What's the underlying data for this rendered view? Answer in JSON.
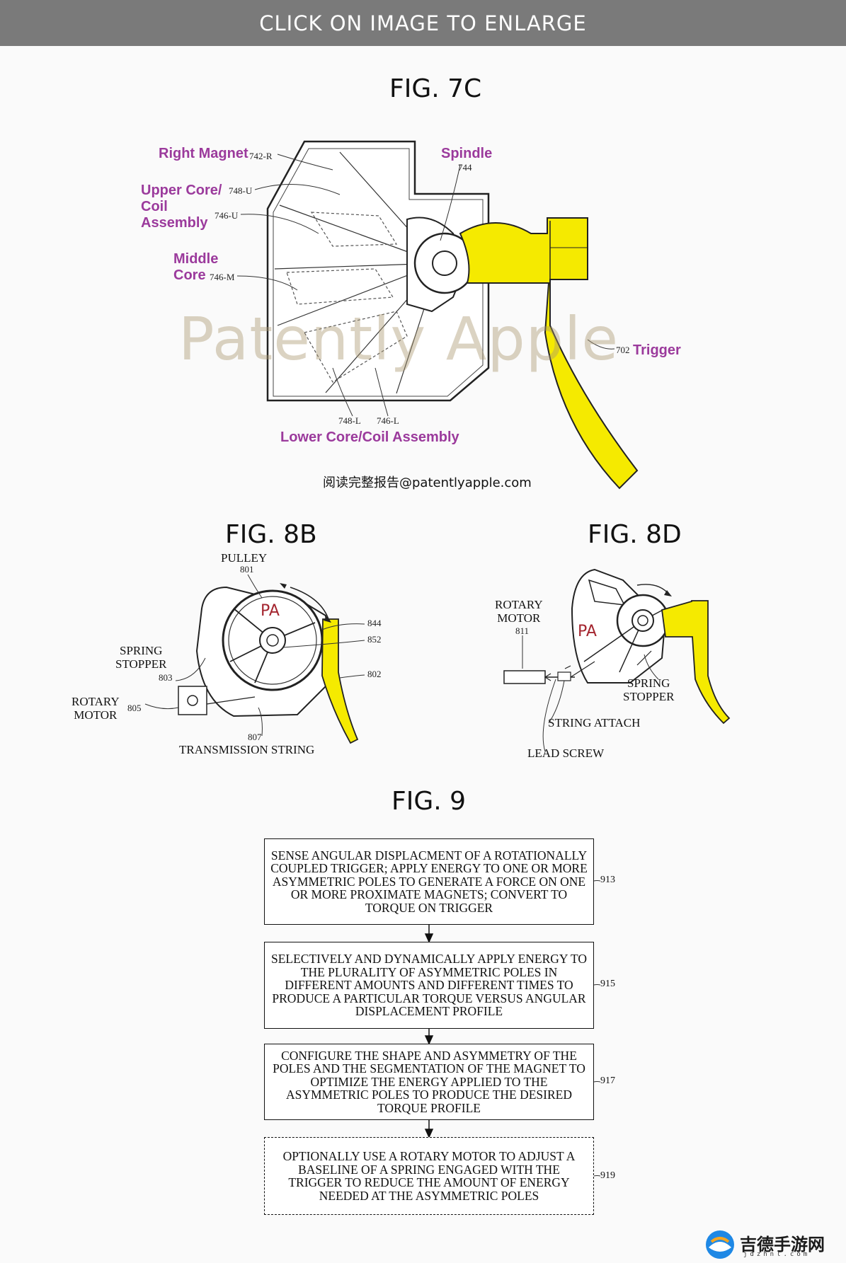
{
  "banner": {
    "text": "CLICK ON IMAGE TO ENLARGE"
  },
  "fig7c": {
    "title": "FIG. 7C",
    "callouts": {
      "right_magnet": "Right Magnet",
      "upper_core": "Upper Core/\nCoil\nAssembly",
      "middle_core": "Middle\nCore",
      "spindle": "Spindle",
      "trigger": "Trigger",
      "lower_core": "Lower Core/Coil Assembly"
    },
    "refs": {
      "r742": "742-R",
      "r748u": "748-U",
      "r746u": "746-U",
      "r746m": "746-M",
      "r744": "744",
      "r702": "702",
      "r748l": "748-L",
      "r746l": "746-L"
    },
    "watermark": "Patently Apple",
    "report_line": "阅读完整报告@patentlyapple.com"
  },
  "fig8b": {
    "title": "FIG. 8B",
    "labels": {
      "pulley": "PULLEY",
      "pulley_ref": "801",
      "pa": "PA",
      "spring_stopper": "SPRING\nSTOPPER",
      "spring_ref": "803",
      "rotary_motor": "ROTARY\nMOTOR",
      "motor_ref": "805",
      "transmission_ref": "807",
      "transmission": "TRANSMISSION STRING",
      "r844": "844",
      "r852": "852",
      "r802": "802"
    }
  },
  "fig8d": {
    "title": "FIG. 8D",
    "labels": {
      "rotary_motor": "ROTARY\nMOTOR",
      "motor_ref": "811",
      "pa": "PA",
      "spring_stopper": "SPRING\nSTOPPER",
      "string_attach": "STRING ATTACH",
      "lead_screw": "LEAD SCREW"
    }
  },
  "fig9": {
    "title": "FIG. 9",
    "steps": [
      {
        "text": "SENSE ANGULAR DISPLACMENT OF A ROTATIONALLY COUPLED TRIGGER; APPLY ENERGY TO ONE OR MORE ASYMMETRIC POLES TO GENERATE A FORCE ON ONE OR MORE PROXIMATE MAGNETS; CONVERT TO TORQUE ON TRIGGER",
        "ref": "913"
      },
      {
        "text": "SELECTIVELY AND DYNAMICALLY APPLY ENERGY TO THE PLURALITY OF ASYMMETRIC POLES IN DIFFERENT AMOUNTS AND DIFFERENT TIMES TO PRODUCE A PARTICULAR TORQUE VERSUS ANGULAR DISPLACEMENT PROFILE",
        "ref": "915"
      },
      {
        "text": "CONFIGURE THE SHAPE AND ASYMMETRY OF THE POLES AND THE SEGMENTATION OF THE MAGNET TO OPTIMIZE THE ENERGY APPLIED TO THE ASYMMETRIC POLES TO PRODUCE THE DESIRED TORQUE PROFILE",
        "ref": "917"
      },
      {
        "text": "OPTIONALLY USE A ROTARY MOTOR TO ADJUST A BASELINE OF A SPRING ENGAGED WITH THE TRIGGER TO REDUCE THE AMOUNT OF ENERGY NEEDED AT THE ASYMMETRIC POLES",
        "ref": "919"
      }
    ]
  },
  "logo": {
    "text": "吉德手游网",
    "sub": "jdzhnl.com"
  },
  "colors": {
    "trigger": "#f5ea00",
    "callout": "#9b3a9c",
    "banner": "#7a7a7a",
    "pa": "#a4252f"
  }
}
